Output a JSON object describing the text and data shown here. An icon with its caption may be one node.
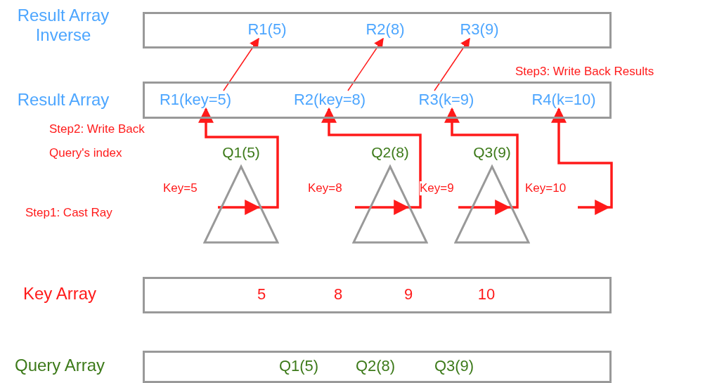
{
  "diagram": {
    "nodes": [
      {
        "text": [
          "Result Array Inverse"
        ]
      },
      {
        "text": [
          "R1(5)"
        ],
        "in": 0
      },
      {
        "text": [
          "R2(8)"
        ],
        "in": 0
      },
      {
        "text": [
          "R3(9)"
        ],
        "in": 0
      },
      {
        "text": [
          "Result Array"
        ]
      },
      {
        "text": [
          "R1(key=5)"
        ],
        "in": 4
      },
      {
        "text": [
          "R2(key=8)"
        ],
        "in": 4
      },
      {
        "text": [
          "R3(k=9)"
        ],
        "in": 4
      },
      {
        "text": [
          "R4(k=10)"
        ],
        "in": 4
      },
      {
        "text": [
          "Q1(5)"
        ]
      },
      {
        "text": [
          "Q2(8)"
        ]
      },
      {
        "text": [
          "Q3(9)"
        ]
      },
      {
        "text": [
          "Key Array"
        ]
      },
      {
        "text": [
          "5"
        ],
        "in": 12
      },
      {
        "text": [
          "8"
        ],
        "in": 12
      },
      {
        "text": [
          "9"
        ],
        "in": 12
      },
      {
        "text": [
          "10"
        ],
        "in": 12
      },
      {
        "text": [
          "Query Array"
        ]
      },
      {
        "text": [
          "Q1(5)"
        ],
        "in": 17
      },
      {
        "text": [
          "Q2(8)"
        ],
        "in": 17
      },
      {
        "text": [
          "Q3(9)"
        ],
        "in": 17
      }
    ],
    "edges": [
      {
        "from": 5,
        "to": 1,
        "arrow": "to"
      },
      {
        "from": 6,
        "to": 2,
        "arrow": "to"
      },
      {
        "from": 7,
        "to": 3,
        "arrow": "to"
      },
      {
        "from": null,
        "to": 9,
        "arrow": "to",
        "label": "Key=5"
      },
      {
        "from": 9,
        "to": 5,
        "arrow": "to"
      },
      {
        "from": null,
        "to": 10,
        "arrow": "to",
        "label": "Key=8"
      },
      {
        "from": 10,
        "to": 6,
        "arrow": "to"
      },
      {
        "from": null,
        "to": 11,
        "arrow": "to",
        "label": "Key=9"
      },
      {
        "from": 11,
        "to": 7,
        "arrow": "to"
      },
      {
        "from": null,
        "to": 8,
        "arrow": "to",
        "label": "Key=10"
      }
    ],
    "labels": [
      "Step3: Write Back Results",
      "Step2: Write Back Query's index",
      "Step1: Cast Ray"
    ]
  }
}
